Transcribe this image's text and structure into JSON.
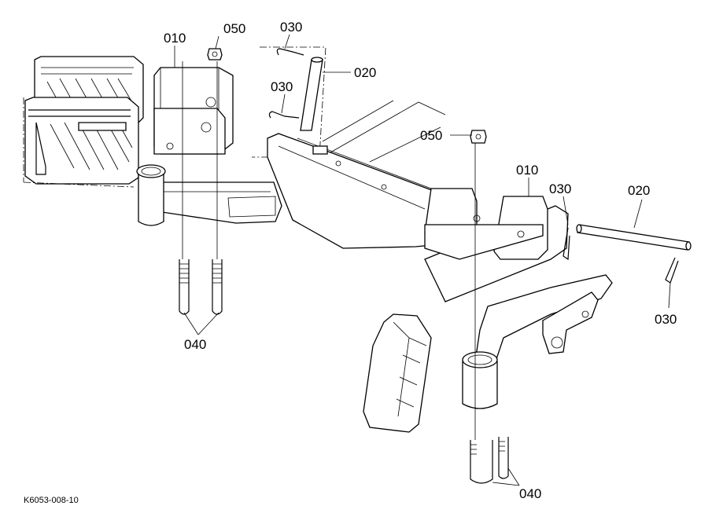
{
  "diagram": {
    "figure_code": "K6053-008-10",
    "callouts": [
      {
        "id": "c010a",
        "text": "010"
      },
      {
        "id": "c050a",
        "text": "050"
      },
      {
        "id": "c030a",
        "text": "030"
      },
      {
        "id": "c020a",
        "text": "020"
      },
      {
        "id": "c030b",
        "text": "030"
      },
      {
        "id": "c040a",
        "text": "040"
      },
      {
        "id": "c050b",
        "text": "050"
      },
      {
        "id": "c010b",
        "text": "010"
      },
      {
        "id": "c030c",
        "text": "030"
      },
      {
        "id": "c020b",
        "text": "020"
      },
      {
        "id": "c030d",
        "text": "030"
      },
      {
        "id": "c040b",
        "text": "040"
      }
    ]
  }
}
